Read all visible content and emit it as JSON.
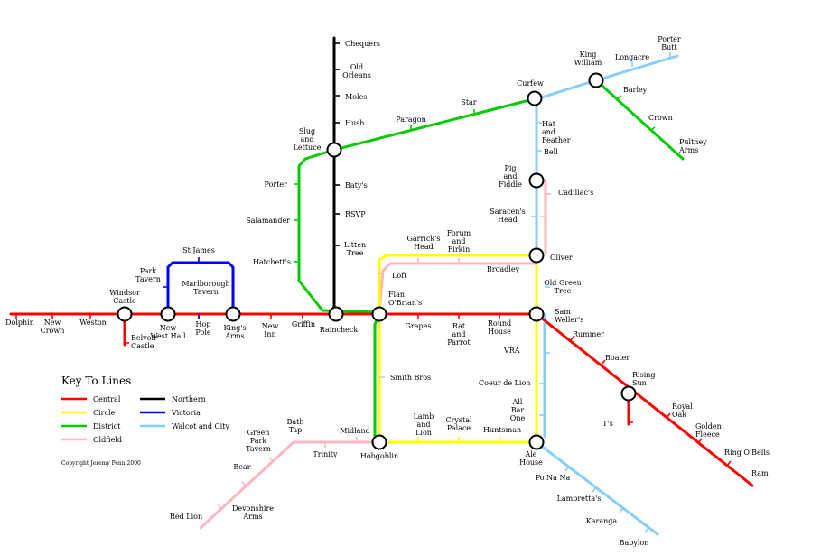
{
  "legend": {
    "title": "Key To Lines",
    "entries": [
      {
        "name": "Central",
        "color": "#ff0000"
      },
      {
        "name": "Circle",
        "color": "#ffff00"
      },
      {
        "name": "District",
        "color": "#00cc00"
      },
      {
        "name": "Oldfield",
        "color": "#ffb6c1"
      },
      {
        "name": "Northern",
        "color": "#000000"
      },
      {
        "name": "Victoria",
        "color": "#0000ff"
      },
      {
        "name": "Walcot and City",
        "color": "#87cefa"
      }
    ]
  },
  "copyright": "Copyright Jeremy Penn 2000",
  "stations": [
    {
      "id": "dolphin",
      "name": [
        "Dolphin"
      ]
    },
    {
      "id": "new-crown",
      "name": [
        "New",
        "Crown"
      ]
    },
    {
      "id": "weston",
      "name": [
        "Weston"
      ]
    },
    {
      "id": "windsor-castle",
      "name": [
        "Windsor",
        "Castle"
      ],
      "interchange": true
    },
    {
      "id": "belvoir-castle",
      "name": [
        "Belvoir",
        "Castle"
      ]
    },
    {
      "id": "new-west-hall",
      "name": [
        "New",
        "West Hall"
      ],
      "interchange": true
    },
    {
      "id": "park-tavern",
      "name": [
        "Park",
        "Tavern"
      ]
    },
    {
      "id": "st-james",
      "name": [
        "St James"
      ]
    },
    {
      "id": "marlborough-tavern",
      "name": [
        "Marlborough",
        "Tavern"
      ]
    },
    {
      "id": "hop-pole",
      "name": [
        "Hop",
        "Pole"
      ]
    },
    {
      "id": "kings-arms",
      "name": [
        "King's",
        "Arms"
      ],
      "interchange": true
    },
    {
      "id": "new-inn",
      "name": [
        "New",
        "Inn"
      ]
    },
    {
      "id": "griffin",
      "name": [
        "Griffin"
      ]
    },
    {
      "id": "raincheck",
      "name": [
        "Raincheck"
      ],
      "interchange": true
    },
    {
      "id": "flan-obrians",
      "name": [
        "Flan",
        "O'Brian's"
      ],
      "interchange": true
    },
    {
      "id": "grapes",
      "name": [
        "Grapes"
      ]
    },
    {
      "id": "rat-and-parrot",
      "name": [
        "Rat",
        "and",
        "Parrot"
      ]
    },
    {
      "id": "round-house",
      "name": [
        "Round",
        "House"
      ]
    },
    {
      "id": "sam-wellers",
      "name": [
        "Sam",
        "Weller's"
      ],
      "interchange": true
    },
    {
      "id": "rummer",
      "name": [
        "Rummer"
      ]
    },
    {
      "id": "boater",
      "name": [
        "Boater"
      ]
    },
    {
      "id": "rising-sun",
      "name": [
        "Rising",
        "Sun"
      ],
      "interchange": true
    },
    {
      "id": "ts",
      "name": [
        "T's"
      ]
    },
    {
      "id": "royal-oak",
      "name": [
        "Royal",
        "Oak"
      ]
    },
    {
      "id": "golden-fleece",
      "name": [
        "Golden",
        "Fleece"
      ]
    },
    {
      "id": "ring-obells",
      "name": [
        "Ring O'Bells"
      ]
    },
    {
      "id": "ram",
      "name": [
        "Ram"
      ]
    },
    {
      "id": "chequers",
      "name": [
        "Chequers"
      ]
    },
    {
      "id": "old-orleans",
      "name": [
        "Old",
        "Orleans"
      ]
    },
    {
      "id": "moles",
      "name": [
        "Moles"
      ]
    },
    {
      "id": "hush",
      "name": [
        "Hush"
      ]
    },
    {
      "id": "slug-and-lettuce",
      "name": [
        "Slug",
        "and",
        "Lettuce"
      ],
      "interchange": true
    },
    {
      "id": "batys",
      "name": [
        "Baty's"
      ]
    },
    {
      "id": "rsvp",
      "name": [
        "RSVP"
      ]
    },
    {
      "id": "litten-tree",
      "name": [
        "Litten",
        "Tree"
      ]
    },
    {
      "id": "porter",
      "name": [
        "Porter"
      ]
    },
    {
      "id": "salamander",
      "name": [
        "Salamander"
      ]
    },
    {
      "id": "hatchetts",
      "name": [
        "Hatchett's"
      ]
    },
    {
      "id": "paragon",
      "name": [
        "Paragon"
      ]
    },
    {
      "id": "star",
      "name": [
        "Star"
      ]
    },
    {
      "id": "curfew",
      "name": [
        "Curfew"
      ],
      "interchange": true
    },
    {
      "id": "king-william",
      "name": [
        "King",
        "William"
      ],
      "interchange": true
    },
    {
      "id": "barley",
      "name": [
        "Barley"
      ]
    },
    {
      "id": "crown",
      "name": [
        "Crown"
      ]
    },
    {
      "id": "pultney-arms",
      "name": [
        "Pultney",
        "Arms"
      ]
    },
    {
      "id": "longacre",
      "name": [
        "Longacre"
      ]
    },
    {
      "id": "porter-butt",
      "name": [
        "Porter",
        "Butt"
      ]
    },
    {
      "id": "hat-and-feather",
      "name": [
        "Hat",
        "and",
        "Feather"
      ]
    },
    {
      "id": "bell",
      "name": [
        "Bell"
      ]
    },
    {
      "id": "pig-and-fiddle",
      "name": [
        "Pig",
        "and",
        "Fiddle"
      ],
      "interchange": true
    },
    {
      "id": "cadillacs",
      "name": [
        "Cadillac's"
      ]
    },
    {
      "id": "saracens-head",
      "name": [
        "Saracen's",
        "Head"
      ]
    },
    {
      "id": "oliver",
      "name": [
        "Oliver"
      ],
      "interchange": true
    },
    {
      "id": "broadley",
      "name": [
        "Broadley"
      ]
    },
    {
      "id": "forum-and-firkin",
      "name": [
        "Forum",
        "and",
        "Firkin"
      ]
    },
    {
      "id": "garricks-head",
      "name": [
        "Garrick's",
        "Head"
      ]
    },
    {
      "id": "loft",
      "name": [
        "Loft"
      ]
    },
    {
      "id": "old-green-tree",
      "name": [
        "Old Green",
        "Tree"
      ]
    },
    {
      "id": "vra",
      "name": [
        "VRA"
      ]
    },
    {
      "id": "coeur-de-lion",
      "name": [
        "Coeur de Lion"
      ]
    },
    {
      "id": "all-bar-one",
      "name": [
        "All",
        "Bar",
        "One"
      ]
    },
    {
      "id": "huntsman",
      "name": [
        "Huntsman"
      ]
    },
    {
      "id": "crystal-palace",
      "name": [
        "Crystal",
        "Palace"
      ]
    },
    {
      "id": "lamb-and-lion",
      "name": [
        "Lamb",
        "and",
        "Lion"
      ]
    },
    {
      "id": "smith-bros",
      "name": [
        "Smith Bros"
      ]
    },
    {
      "id": "hobgoblin",
      "name": [
        "Hobgoblin"
      ],
      "interchange": true
    },
    {
      "id": "ale-house",
      "name": [
        "Ale",
        "House"
      ],
      "interchange": true
    },
    {
      "id": "midland",
      "name": [
        "Midland"
      ]
    },
    {
      "id": "trinity",
      "name": [
        "Trinity"
      ]
    },
    {
      "id": "bath-tap",
      "name": [
        "Bath",
        "Tap"
      ]
    },
    {
      "id": "green-park-tavern",
      "name": [
        "Green",
        "Park",
        "Tavern"
      ]
    },
    {
      "id": "bear",
      "name": [
        "Bear"
      ]
    },
    {
      "id": "devonshire-arms",
      "name": [
        "Devonshire",
        "Arms"
      ]
    },
    {
      "id": "red-lion",
      "name": [
        "Red Lion"
      ]
    },
    {
      "id": "po-na-na",
      "name": [
        "Po Na Na"
      ]
    },
    {
      "id": "lambrettas",
      "name": [
        "Lambretta's"
      ]
    },
    {
      "id": "karanga",
      "name": [
        "Karanga"
      ]
    },
    {
      "id": "babylon",
      "name": [
        "Babylon"
      ]
    }
  ]
}
